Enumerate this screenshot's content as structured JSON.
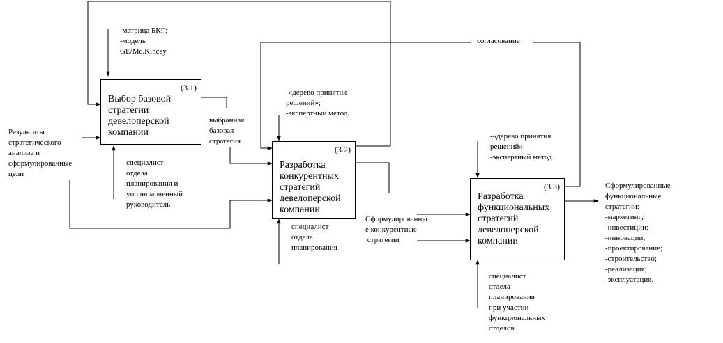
{
  "boxes": {
    "b31": {
      "number": "(3.1)",
      "title": [
        "Выбор базовой",
        "стратегии",
        "девелоперской",
        "компании"
      ]
    },
    "b32": {
      "number": "(3.2)",
      "title": [
        "Разработка",
        "конкурентных",
        "стратегий",
        "девелоперской",
        "компании"
      ]
    },
    "b33": {
      "number": "(3.3)",
      "title": [
        "Разработка",
        "функциональных",
        "стратегий",
        "девелоперской",
        "компании"
      ]
    }
  },
  "labels": {
    "control31": [
      "-матрица БКГ;",
      "-модель",
      "GE/Mc.Kincey."
    ],
    "input31": [
      "Результаты",
      "стратегического",
      "анализа и",
      "сформулированные",
      "цели"
    ],
    "mech31": [
      "специалист",
      "отдела",
      "планирования и",
      "уполномоченный",
      "руководитель"
    ],
    "output31": [
      "выбранная",
      "базовая",
      "стратегия"
    ],
    "feedback": [
      "согласование"
    ],
    "control32": [
      "-«дерево принятия",
      "решений»;",
      "-экспертный метод."
    ],
    "mech32": [
      "специалист",
      "отдела",
      "планирования"
    ],
    "input33": [
      "Сформулированны",
      "е конкурентные",
      " стратегии"
    ],
    "control33": [
      "-«дерево принятия",
      "решений»;",
      "-экспертный метод."
    ],
    "mech33": [
      "специалист",
      "отдела",
      "планирования",
      "при участии",
      "функциональных",
      "отделов"
    ],
    "output33": [
      "Сформулированные",
      "функциональные",
      "стратегии:",
      "-маркетинг;",
      "-инвестиции;",
      "-инновации;",
      "-проектирование;",
      "-строительство;",
      "-реализация;",
      "-эксплуатация."
    ]
  }
}
